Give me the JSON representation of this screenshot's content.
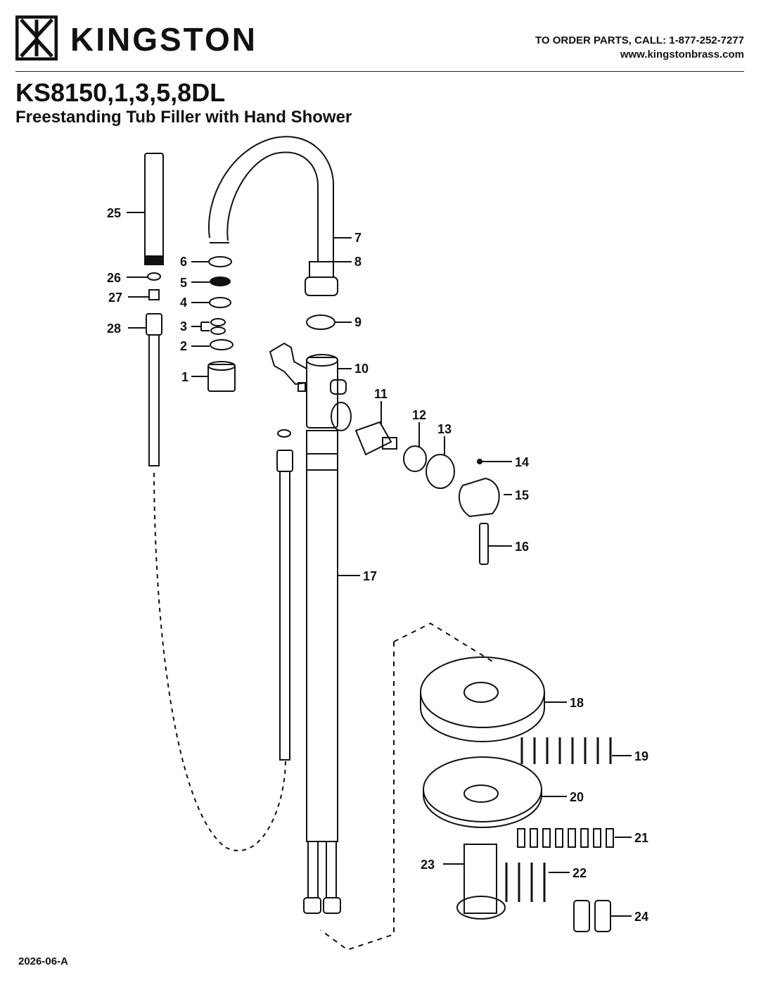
{
  "header": {
    "brand": "KINGSTON",
    "order_line": "TO ORDER PARTS, CALL: 1-877-252-7277",
    "website": "www.kingstonbrass.com"
  },
  "product": {
    "model": "KS8150,1,3,5,8DL",
    "description": "Freestanding Tub Filler with Hand Shower"
  },
  "footer": {
    "doc_code": "2026-06-A"
  },
  "parts": [
    "1",
    "2",
    "3",
    "4",
    "5",
    "6",
    "7",
    "8",
    "9",
    "10",
    "11",
    "12",
    "13",
    "14",
    "15",
    "16",
    "17",
    "18",
    "19",
    "20",
    "21",
    "22",
    "23",
    "24",
    "25",
    "26",
    "27",
    "28"
  ],
  "colors": {
    "ink": "#111111",
    "background": "#ffffff",
    "hose_fill": "#d8d8d8"
  }
}
